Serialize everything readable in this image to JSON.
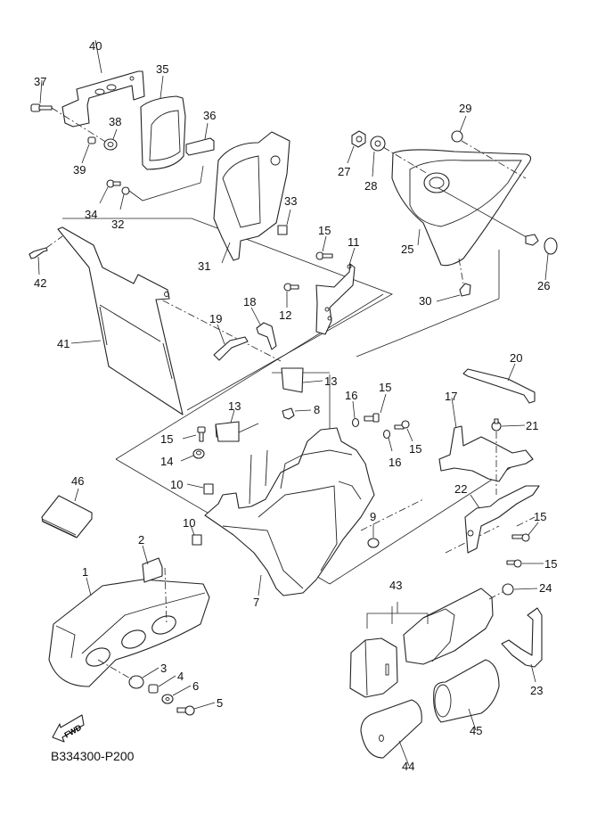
{
  "diagram": {
    "title": "Battery box / side cover parts diagram",
    "drawing_code": "B334300-P200",
    "forward_arrow_label": "FWD",
    "callouts": [
      {
        "num": "1",
        "part": "side-cover"
      },
      {
        "num": "2",
        "part": "damper"
      },
      {
        "num": "3",
        "part": "grommet"
      },
      {
        "num": "4",
        "part": "collar"
      },
      {
        "num": "5",
        "part": "screw"
      },
      {
        "num": "6",
        "part": "washer"
      },
      {
        "num": "7",
        "part": "battery-box"
      },
      {
        "num": "8",
        "part": "nut"
      },
      {
        "num": "9",
        "part": "nut"
      },
      {
        "num": "10",
        "part": "clip"
      },
      {
        "num": "10",
        "part": "clip"
      },
      {
        "num": "11",
        "part": "bracket"
      },
      {
        "num": "12",
        "part": "screw"
      },
      {
        "num": "13",
        "part": "damper-pad"
      },
      {
        "num": "13",
        "part": "damper-pad"
      },
      {
        "num": "14",
        "part": "collar"
      },
      {
        "num": "15",
        "part": "bolt"
      },
      {
        "num": "15",
        "part": "bolt"
      },
      {
        "num": "15",
        "part": "bolt"
      },
      {
        "num": "15",
        "part": "bolt"
      },
      {
        "num": "15",
        "part": "bolt"
      },
      {
        "num": "15",
        "part": "bolt"
      },
      {
        "num": "16",
        "part": "washer"
      },
      {
        "num": "16",
        "part": "washer"
      },
      {
        "num": "17",
        "part": "bracket"
      },
      {
        "num": "18",
        "part": "band"
      },
      {
        "num": "19",
        "part": "band"
      },
      {
        "num": "20",
        "part": "band"
      },
      {
        "num": "21",
        "part": "nut"
      },
      {
        "num": "22",
        "part": "stay"
      },
      {
        "num": "23",
        "part": "band"
      },
      {
        "num": "24",
        "part": "grommet"
      },
      {
        "num": "25",
        "part": "side-cover"
      },
      {
        "num": "26",
        "part": "lock"
      },
      {
        "num": "27",
        "part": "nut"
      },
      {
        "num": "28",
        "part": "grommet"
      },
      {
        "num": "29",
        "part": "grommet"
      },
      {
        "num": "30",
        "part": "clip"
      },
      {
        "num": "31",
        "part": "cover"
      },
      {
        "num": "32",
        "part": "nut"
      },
      {
        "num": "33",
        "part": "nut"
      },
      {
        "num": "34",
        "part": "screw"
      },
      {
        "num": "35",
        "part": "cover"
      },
      {
        "num": "36",
        "part": "damper"
      },
      {
        "num": "37",
        "part": "bolt"
      },
      {
        "num": "38",
        "part": "grommet"
      },
      {
        "num": "39",
        "part": "collar"
      },
      {
        "num": "40",
        "part": "bracket"
      },
      {
        "num": "41",
        "part": "cover"
      },
      {
        "num": "42",
        "part": "rivet"
      },
      {
        "num": "43",
        "part": "tool-box"
      },
      {
        "num": "44",
        "part": "cover"
      },
      {
        "num": "45",
        "part": "sleeve"
      },
      {
        "num": "46",
        "part": "manual"
      }
    ]
  }
}
